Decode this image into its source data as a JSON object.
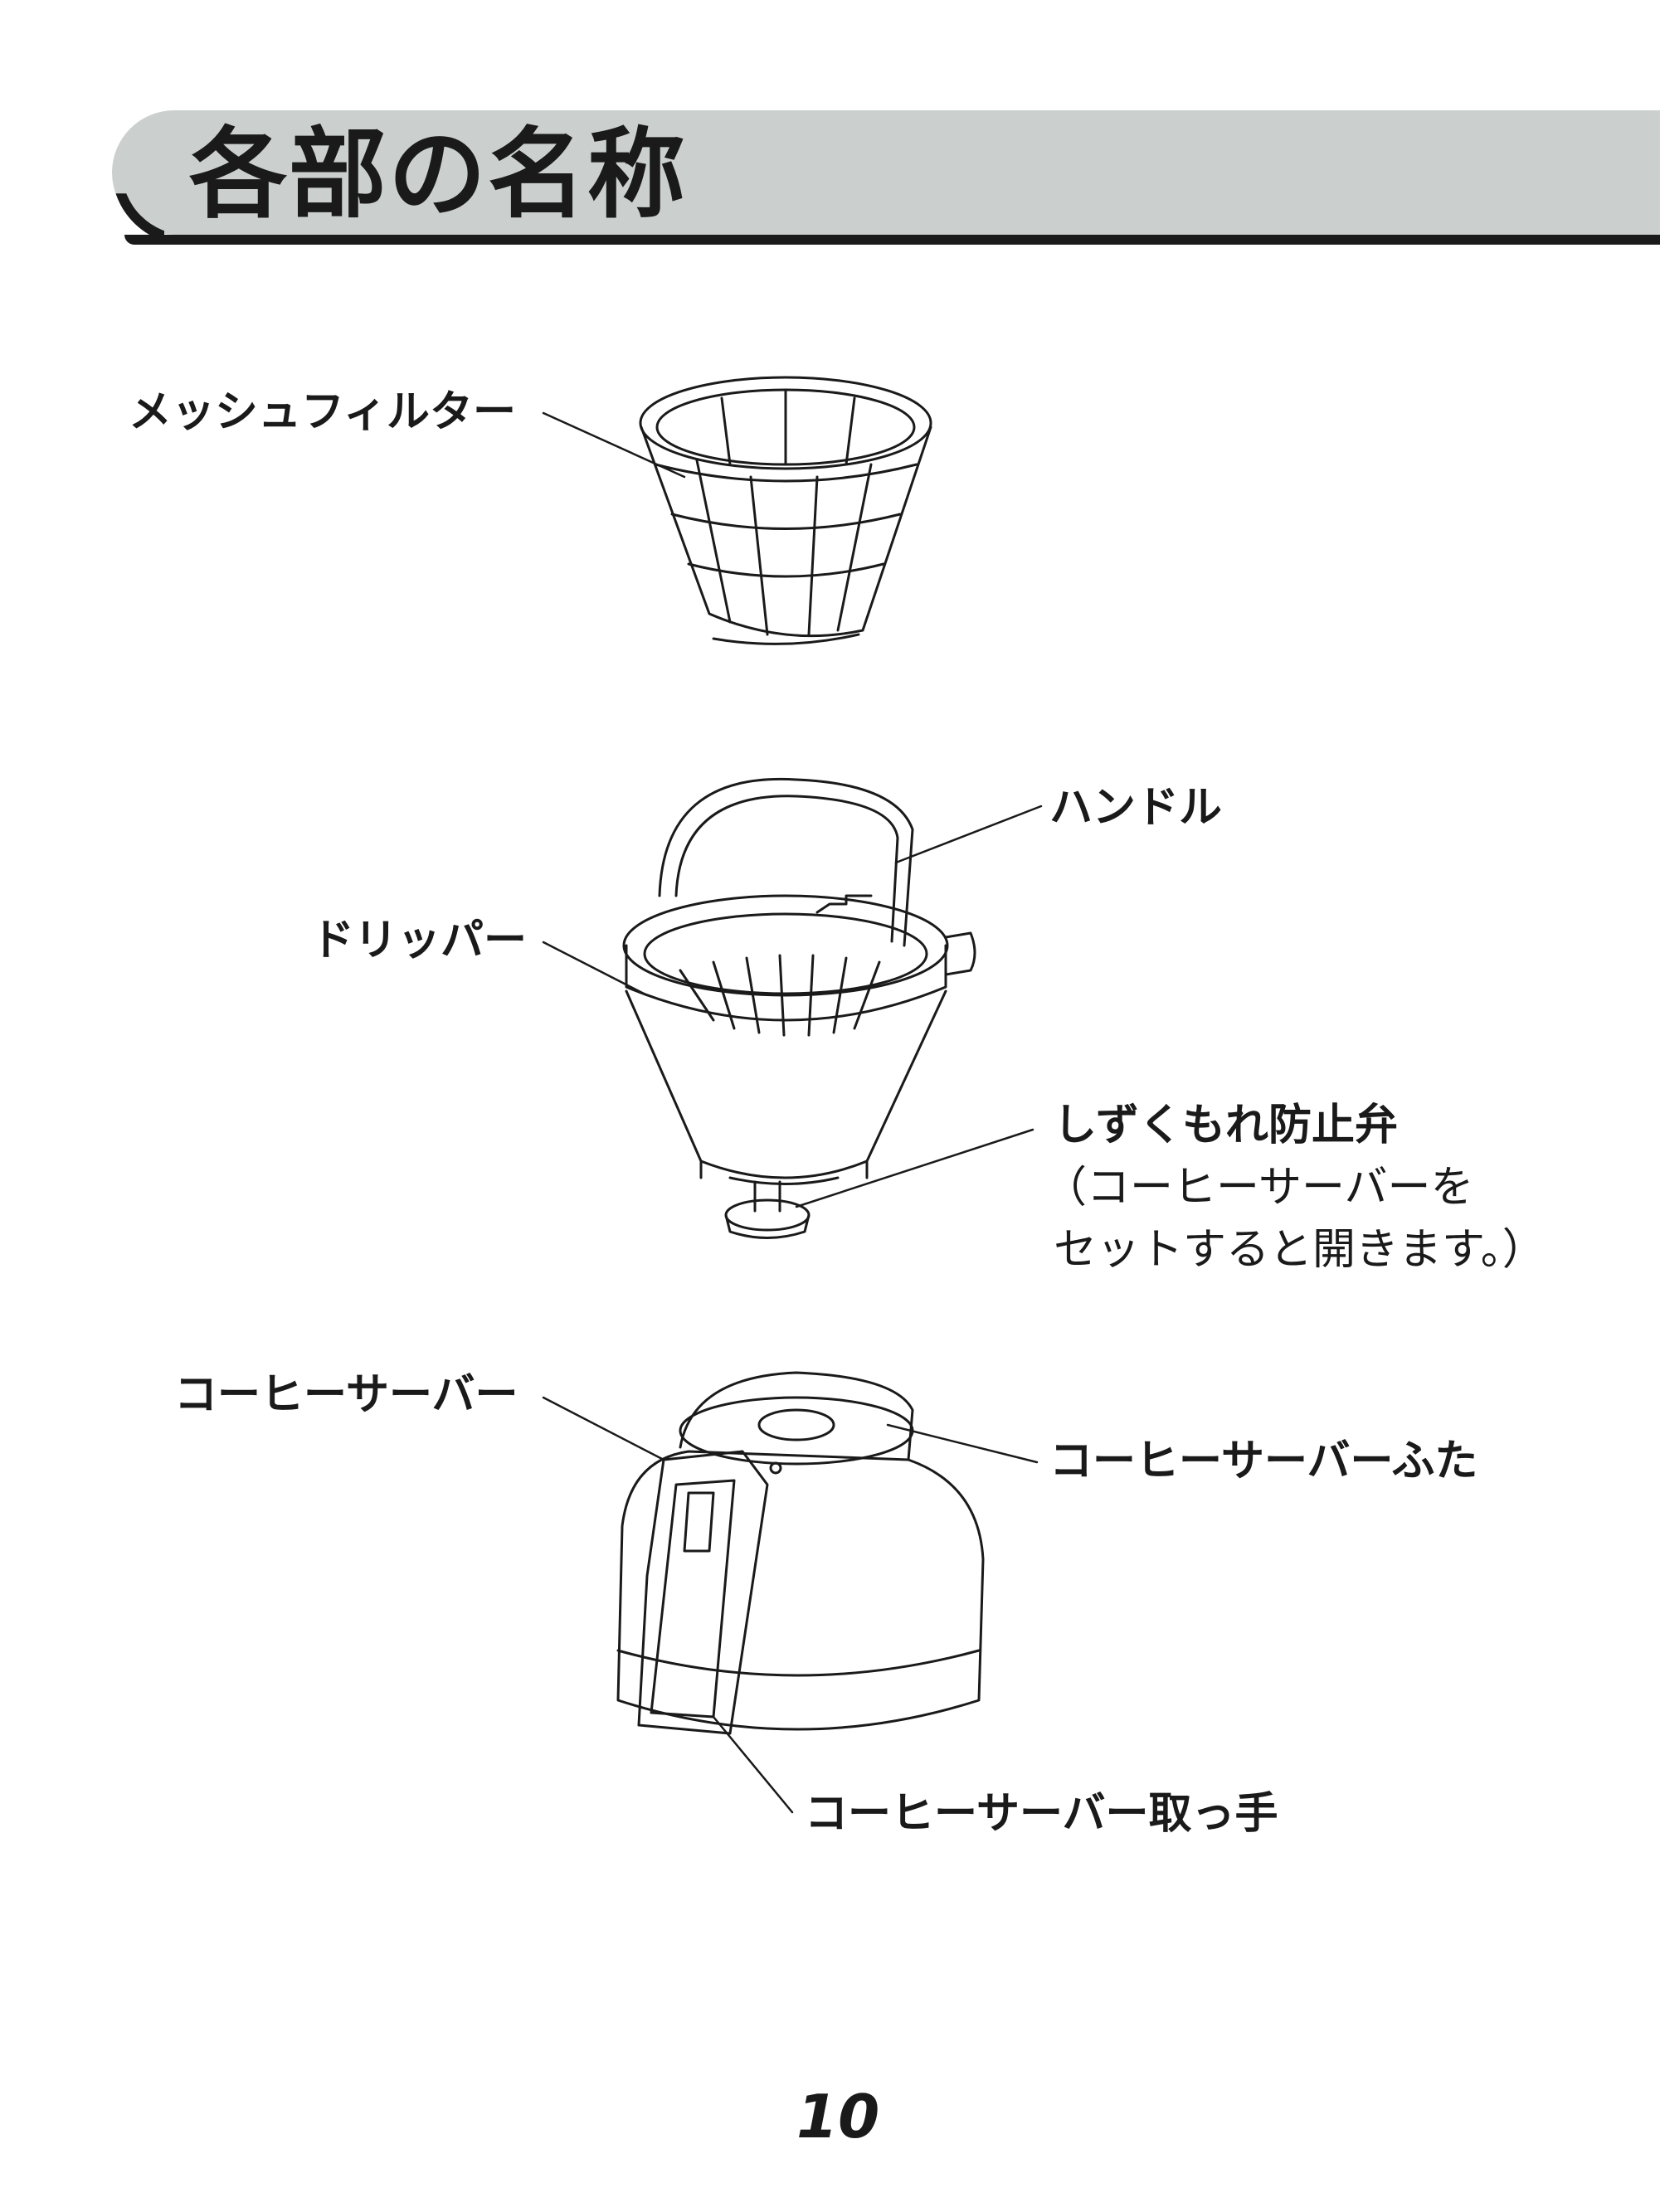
{
  "header": {
    "title": "各部の名称"
  },
  "labels": {
    "mesh_filter": "メッシュフィルター",
    "handle": "ハンドル",
    "dripper": "ドリッパー",
    "drip_stop_valve": "しずくもれ防止弁",
    "drip_stop_note_line1": "（コーヒーサーバーを",
    "drip_stop_note_line2": "セットすると開きます。）",
    "coffee_server": "コーヒーサーバー",
    "server_lid": "コーヒーサーバーふた",
    "server_handle": "コーヒーサーバー取っ手"
  },
  "page_number": "10"
}
